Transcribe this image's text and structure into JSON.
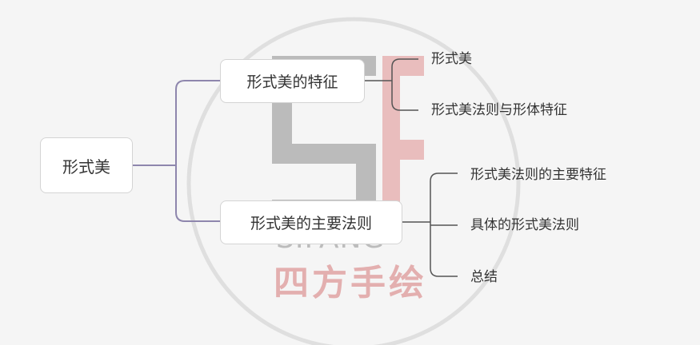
{
  "mindmap": {
    "root": {
      "label": "形式美"
    },
    "branches": [
      {
        "label": "形式美的特征",
        "leaves": [
          "形式美",
          "形式美法则与形体特征"
        ]
      },
      {
        "label": "形式美的主要法则",
        "leaves": [
          "形式美法则的主要特征",
          "具体的形式美法则",
          "总结"
        ]
      }
    ]
  },
  "watermark": {
    "latin": "SIFANG",
    "chinese": "四方手绘"
  },
  "colors": {
    "background": "#f5f5f5",
    "connector_primary": "#8e86ad",
    "connector_secondary": "#555555",
    "watermark_gray": "#b3b3b3",
    "watermark_pink": "#e0a3a3"
  }
}
